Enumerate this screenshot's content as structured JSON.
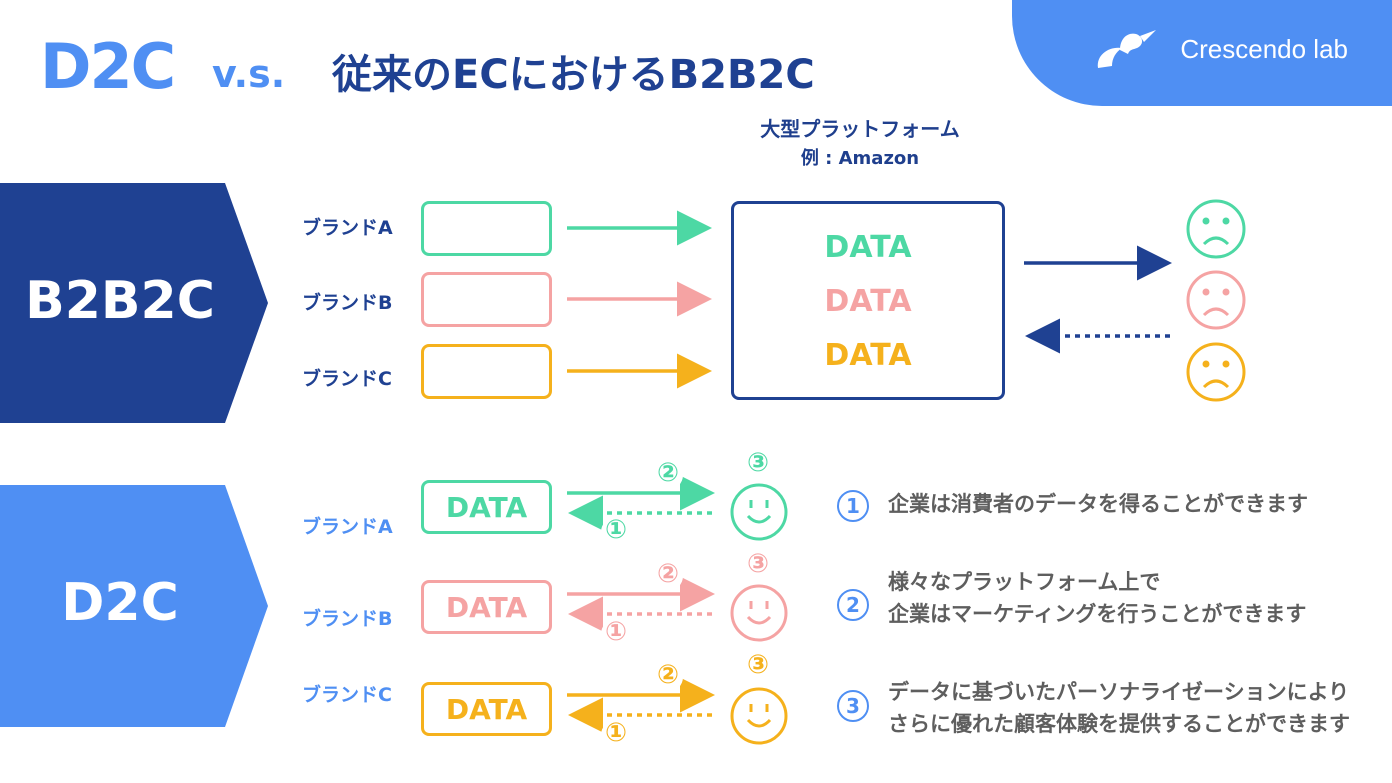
{
  "title": {
    "d2c": "D2C",
    "vs": "v.s.",
    "main": "従来のECにおけるB2B2C"
  },
  "logo": {
    "text": "Crescendo lab"
  },
  "platform": {
    "title": "大型プラットフォーム",
    "example": "例 : Amazon"
  },
  "b2b2c": {
    "label": "B2B2C",
    "brands": [
      "ブランドA",
      "ブランドB",
      "ブランドC"
    ],
    "data_words": [
      "DATA",
      "DATA",
      "DATA"
    ]
  },
  "d2c": {
    "label": "D2C",
    "brands": [
      "ブランドA",
      "ブランドB",
      "ブランドC"
    ],
    "data_words": [
      "DATA",
      "DATA",
      "DATA"
    ],
    "step_marks": [
      "①",
      "②",
      "③"
    ]
  },
  "descriptions": [
    {
      "num": "1",
      "lines": [
        "企業は消費者のデータを得ることができます"
      ]
    },
    {
      "num": "2",
      "lines": [
        "様々なプラットフォーム上で",
        "企業はマーケティングを行うことができます"
      ]
    },
    {
      "num": "3",
      "lines": [
        "データに基づいたパーソナライゼーションにより",
        "さらに優れた顧客体験を提供することができます"
      ]
    }
  ],
  "colors": {
    "navy": "#1f4192",
    "blue": "#4f8ff3",
    "green": "#4dd8a4",
    "pink": "#f5a3a3",
    "orange": "#f5b11c",
    "gray_text": "#5e5e5e"
  }
}
